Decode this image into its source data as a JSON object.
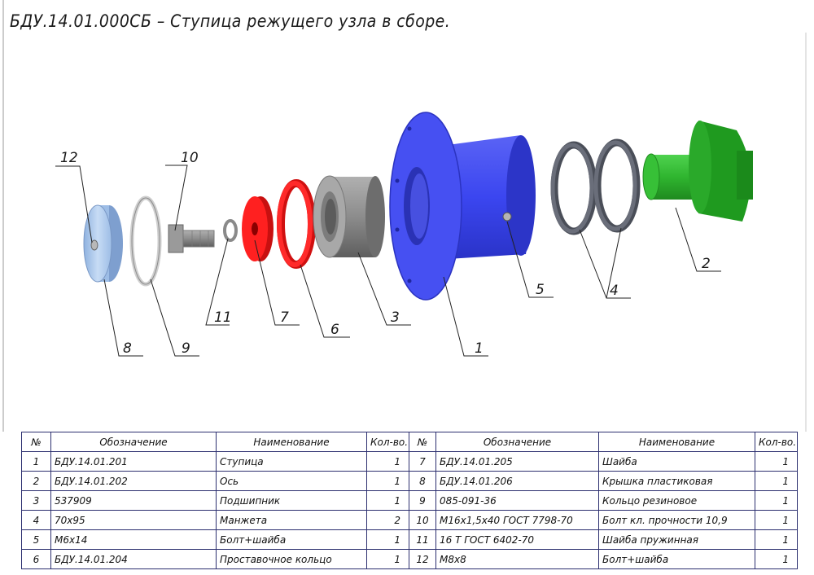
{
  "title": "БДУ.14.01.000СБ – Ступица режущего узла в сборе.",
  "callouts": [
    "12",
    "10",
    "11",
    "7",
    "6",
    "3",
    "1",
    "5",
    "4",
    "2",
    "8",
    "9"
  ],
  "colors": {
    "hub": "#3b46f0",
    "shaft": "#2fb52f",
    "red_parts": "#ff1f1f",
    "bearing": "#8a8a8a",
    "cover": "#a9c6ea",
    "seals": "#5a5e6a",
    "table_border": "#2c2f6f"
  },
  "spec": {
    "headers": {
      "num": "№",
      "designation": "Обозначение",
      "name": "Наименование",
      "qty": "Кол-во."
    },
    "rows": [
      {
        "l_num": "1",
        "l_des": "БДУ.14.01.201",
        "l_name": "Ступица",
        "l_qty": "1",
        "r_num": "7",
        "r_des": "БДУ.14.01.205",
        "r_name": "Шайба",
        "r_qty": "1"
      },
      {
        "l_num": "2",
        "l_des": "БДУ.14.01.202",
        "l_name": "Ось",
        "l_qty": "1",
        "r_num": "8",
        "r_des": "БДУ.14.01.206",
        "r_name": "Крышка пластиковая",
        "r_qty": "1"
      },
      {
        "l_num": "3",
        "l_des": "537909",
        "l_name": "Подшипник",
        "l_qty": "1",
        "r_num": "9",
        "r_des": "085-091-36",
        "r_name": "Кольцо резиновое",
        "r_qty": "1"
      },
      {
        "l_num": "4",
        "l_des": "70х95",
        "l_name": "Манжета",
        "l_qty": "2",
        "r_num": "10",
        "r_des": "М16х1,5х40  ГОСТ 7798-70",
        "r_name": "Болт кл. прочности 10,9",
        "r_qty": "1"
      },
      {
        "l_num": "5",
        "l_des": "М6х14",
        "l_name": "Болт+шайба",
        "l_qty": "1",
        "r_num": "11",
        "r_des": "16  Т ГОСТ 6402-70",
        "r_name": "Шайба пружинная",
        "r_qty": "1"
      },
      {
        "l_num": "6",
        "l_des": "БДУ.14.01.204",
        "l_name": "Проставочное кольцо",
        "l_qty": "1",
        "r_num": "12",
        "r_des": "М8х8",
        "r_name": "Болт+шайба",
        "r_qty": "1"
      }
    ]
  }
}
